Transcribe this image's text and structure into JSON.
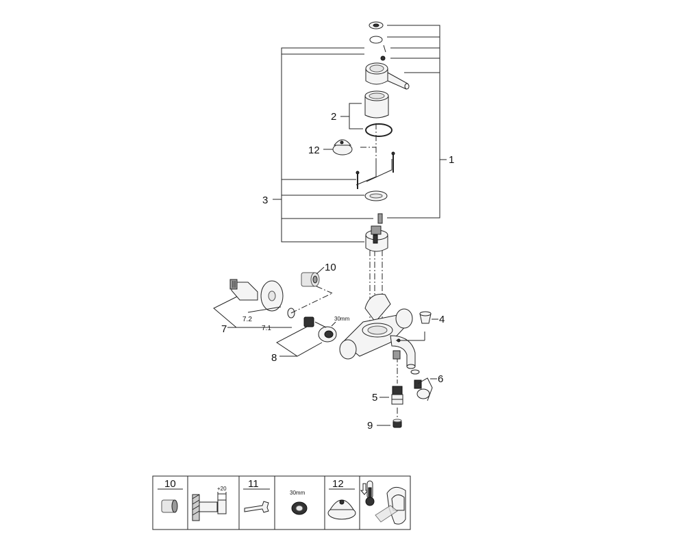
{
  "labels": {
    "p1": "1",
    "p2": "2",
    "p3": "3",
    "p4": "4",
    "p5": "5",
    "p6": "6",
    "p7": "7",
    "p7_1": "7.1",
    "p7_2": "7.2",
    "p8": "8",
    "p9": "9",
    "p10": "10",
    "p12": "12",
    "wrench_size": "30mm"
  },
  "legend": {
    "c10": "10",
    "extension": "+20",
    "c11": "11",
    "wrench_size": "30mm",
    "c12": "12"
  }
}
